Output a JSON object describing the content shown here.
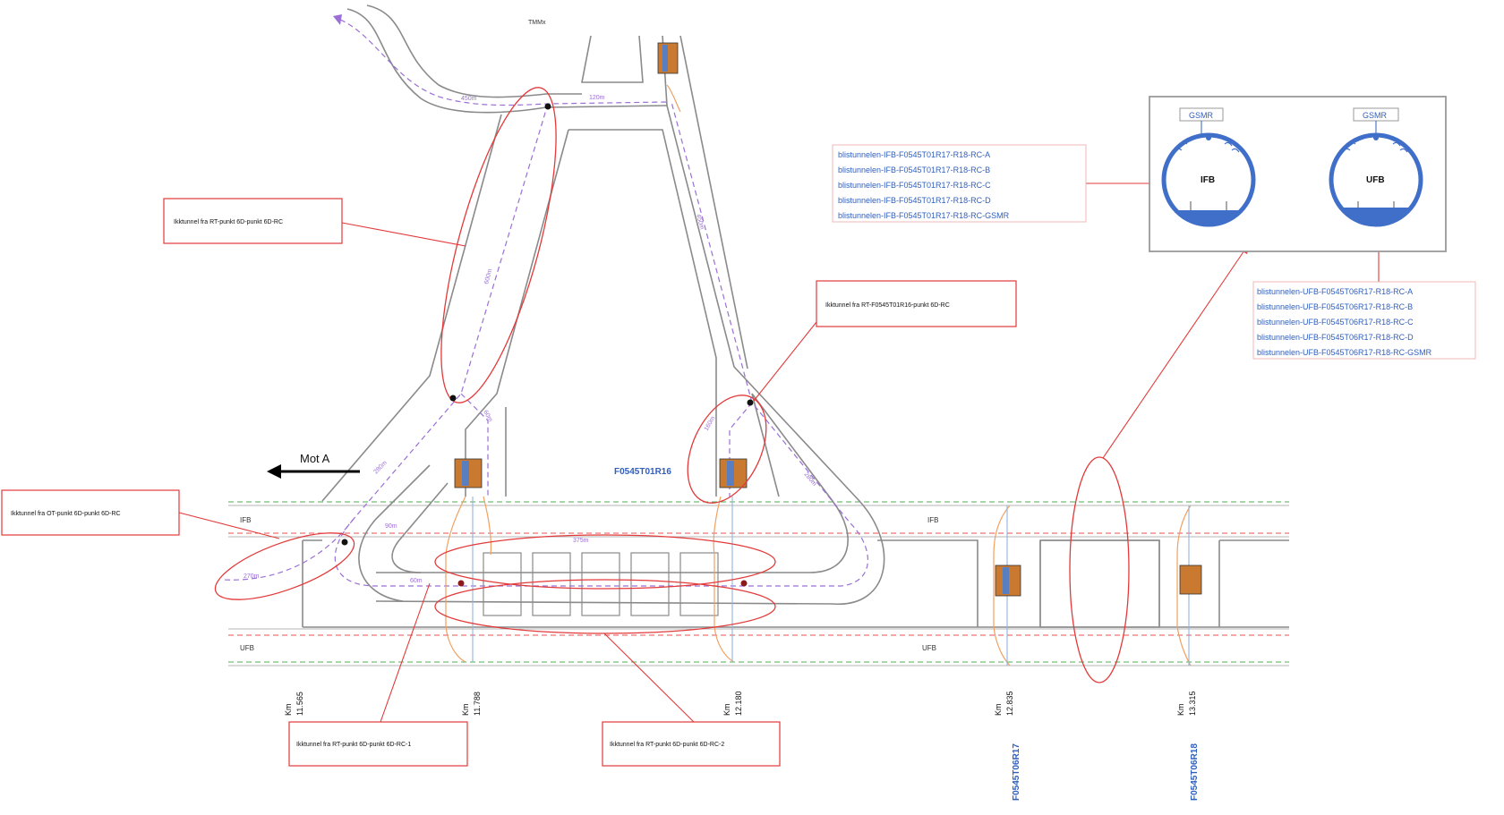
{
  "diagram": {
    "top_label": "TMMx",
    "direction_label": "Mot A",
    "tunnel_labels": {
      "ifb": "IFB",
      "ufb": "UFB"
    },
    "station_labels": [
      "F0545T01R16"
    ],
    "distance_labels": [
      "450m",
      "120m",
      "600m",
      "450m",
      "60m",
      "280m",
      "160m",
      "280m",
      "270m",
      "375m",
      "60m",
      "90m"
    ],
    "km_markers": [
      {
        "km": "Km",
        "value": "11.565"
      },
      {
        "km": "Km",
        "value": "11.788"
      },
      {
        "km": "Km",
        "value": "12.180"
      },
      {
        "km": "Km",
        "value": "12.835"
      },
      {
        "km": "Km",
        "value": "13.315"
      }
    ],
    "vertical_station_labels": [
      "F0545T06R17",
      "F0545T06R18"
    ],
    "callouts": {
      "top_left": "Ikktunnel fra RT-punkt 6D-punkt 6D-RC",
      "mid_right": "Ikktunnel fra RT-F0545T01R16-punkt 6D-RC",
      "left": "Ikktunnel fra OT-punkt 6D-punkt 6D-RC",
      "bottom_left": "Ikktunnel fra RT-punkt 6D-punkt 6D-RC-1",
      "bottom_center": "Ikktunnel fra RT-punkt 6D-punkt 6D-RC-2"
    },
    "ifb_list": [
      "blistunnelen-IFB-F0545T01R17-R18-RC-A",
      "blistunnelen-IFB-F0545T01R17-R18-RC-B",
      "blistunnelen-IFB-F0545T01R17-R18-RC-C",
      "blistunnelen-IFB-F0545T01R17-R18-RC-D",
      "blistunnelen-IFB-F0545T01R17-R18-RC-GSMR"
    ],
    "ufb_list": [
      "blistunnelen-UFB-F0545T06R17-R18-RC-A",
      "blistunnelen-UFB-F0545T06R17-R18-RC-B",
      "blistunnelen-UFB-F0545T06R17-R18-RC-C",
      "blistunnelen-UFB-F0545T06R17-R18-RC-D",
      "blistunnelen-UFB-F0545T06R17-R18-RC-GSMR"
    ],
    "cross_section": {
      "left": {
        "tag": "GSMR",
        "label": "IFB"
      },
      "right": {
        "tag": "GSMR",
        "label": "UFB"
      }
    },
    "colors": {
      "callout_border": "#e23a3a",
      "blue_text": "#2f5fbf",
      "route": "#9b6fd6",
      "cable_orange": "#f0a060",
      "cable_blue": "#8fb4e0",
      "section_fill": "#3f6fc9"
    }
  }
}
